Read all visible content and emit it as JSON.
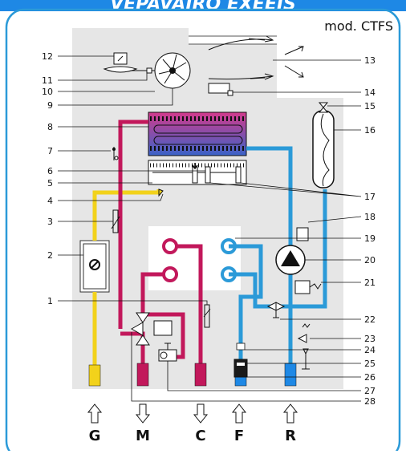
{
  "header": {
    "title": "VEPAVAIRO EXEEIS",
    "model": "mod. CTFS"
  },
  "connections": [
    {
      "letter": "G",
      "direction": "up"
    },
    {
      "letter": "M",
      "direction": "down"
    },
    {
      "letter": "C",
      "direction": "down"
    },
    {
      "letter": "F",
      "direction": "up"
    },
    {
      "letter": "R",
      "direction": "up"
    }
  ],
  "callouts": {
    "left": [
      "12",
      "11",
      "10",
      "9",
      "8",
      "7",
      "6",
      "5",
      "4",
      "3",
      "2",
      "1"
    ],
    "right": [
      "13",
      "14",
      "15",
      "16",
      "17",
      "18",
      "19",
      "20",
      "21",
      "22",
      "23",
      "24",
      "25",
      "26",
      "27",
      "28"
    ]
  },
  "colors": {
    "header_bg": "#1e88e5",
    "cold_pipe": "#2b9ad8",
    "hot_pipe": "#c2185b",
    "gas_pipe": "#f2d21b",
    "panel_bg": "#e6e6e6",
    "frame": "#2b9ad8"
  }
}
